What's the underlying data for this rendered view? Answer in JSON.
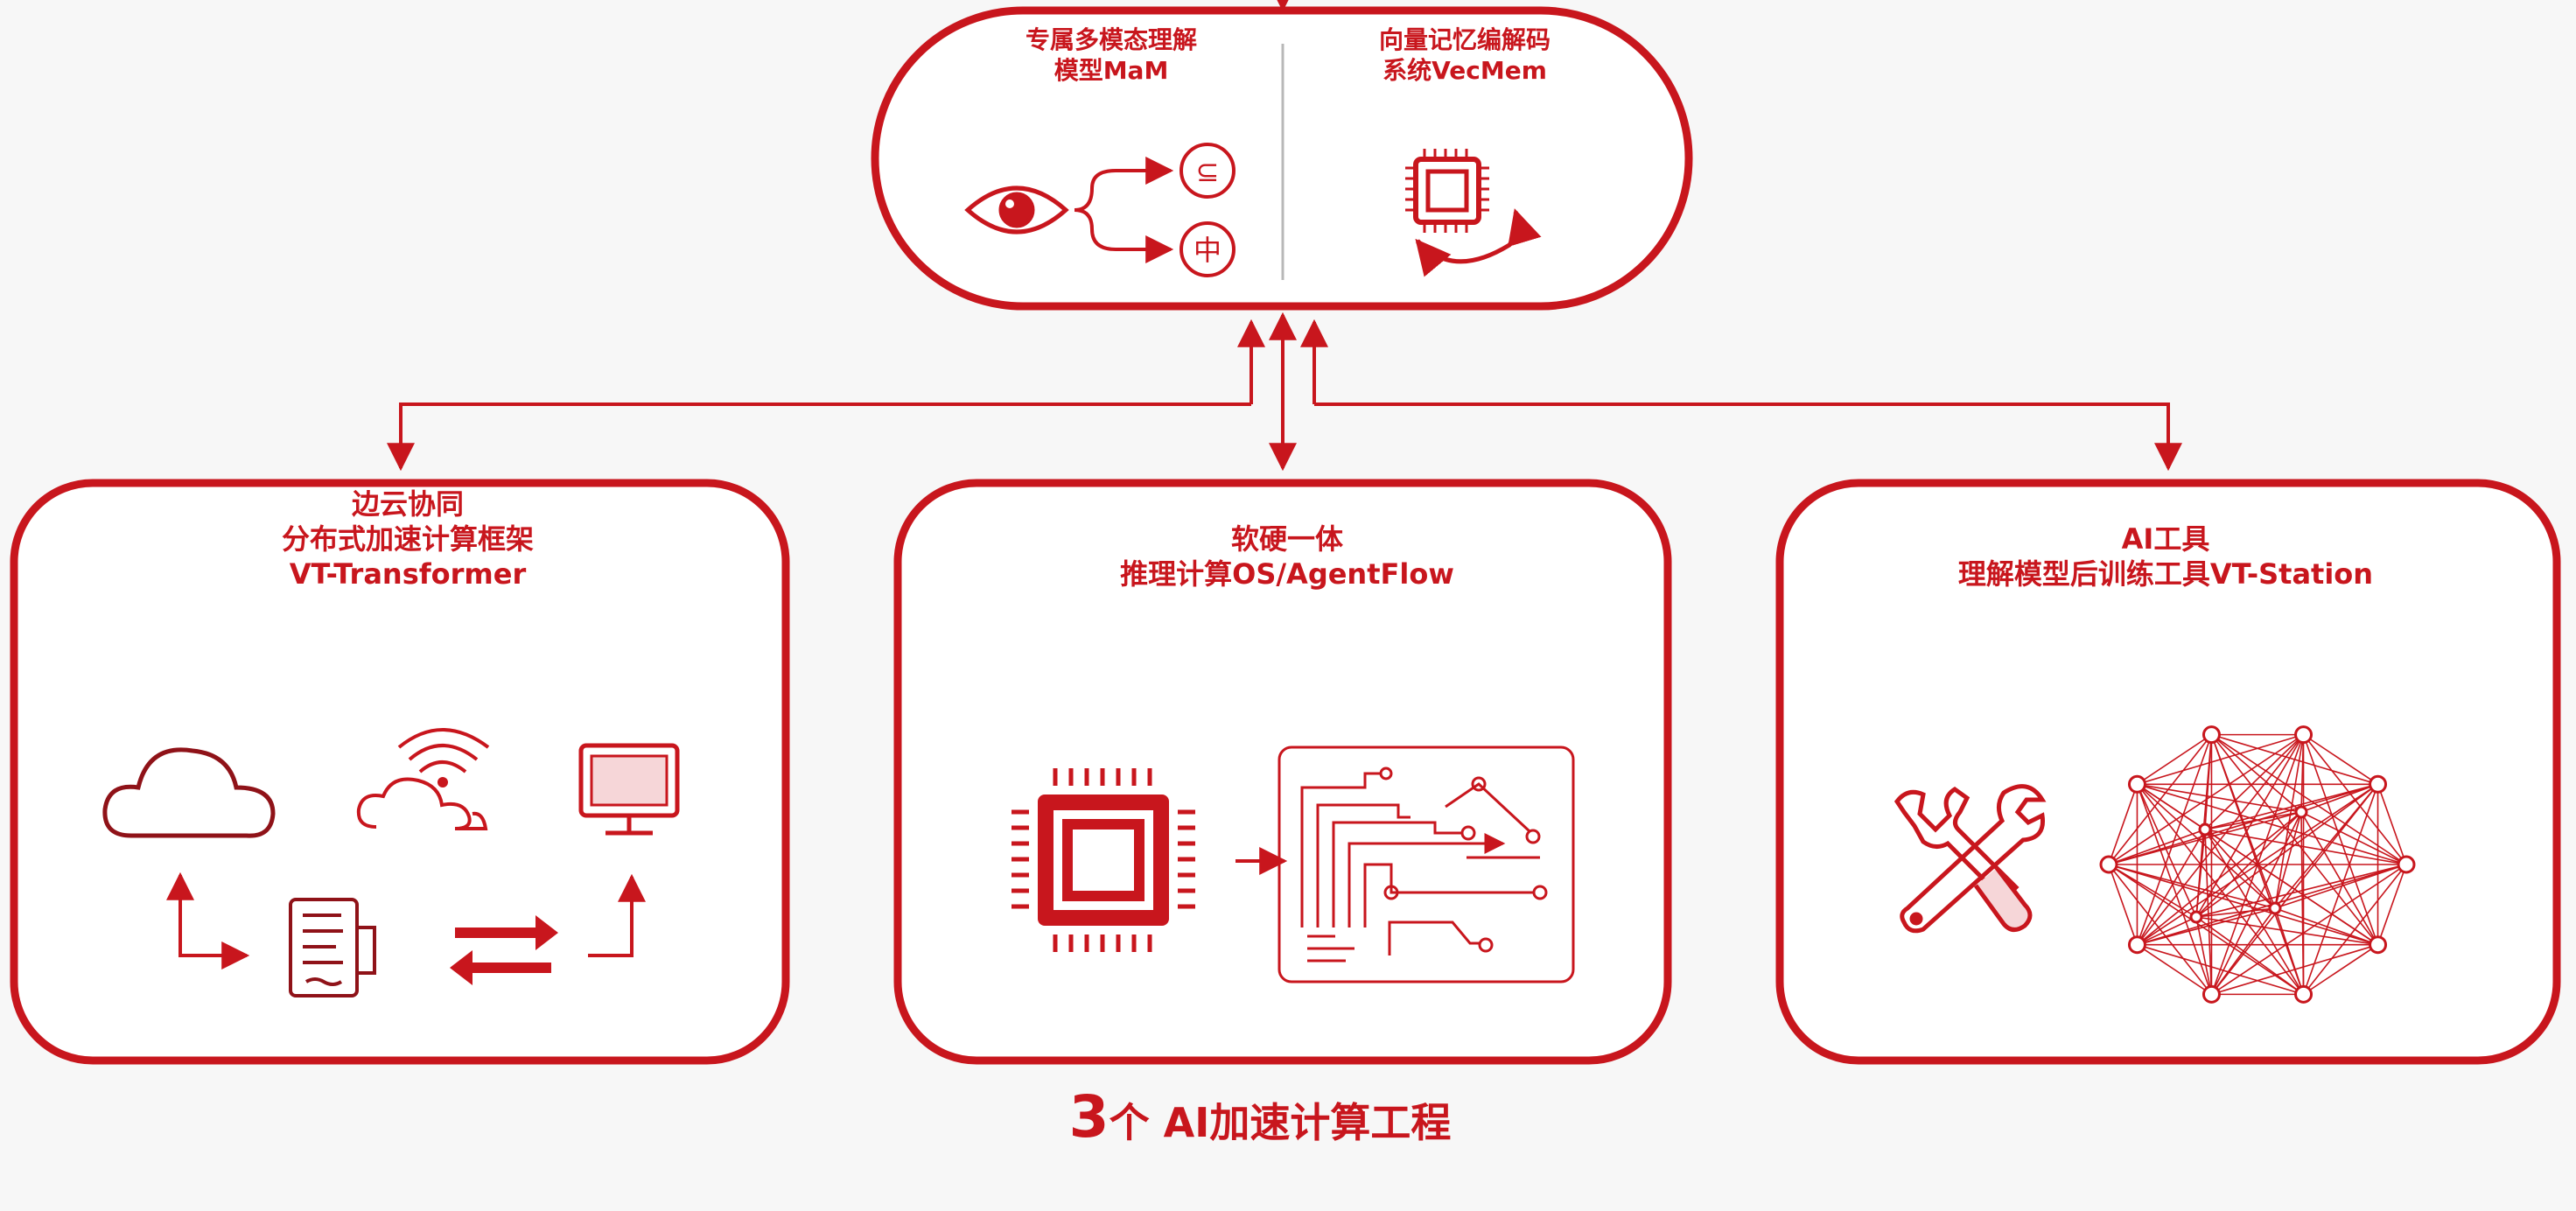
{
  "colors": {
    "accent": "#c8161d",
    "background": "#f7f7f7",
    "divider": "#b8b8b8"
  },
  "top_module": {
    "left": {
      "line1": "专属多模态理解",
      "line2": "模型MaM",
      "icons": [
        "eye-icon",
        "split-arrow-icon",
        "char-circle-icon",
        "char-circle-icon"
      ],
      "glyph_a": "⊆",
      "glyph_b": "中"
    },
    "right": {
      "line1": "向量记忆编解码",
      "line2": "系统VecMem",
      "icons": [
        "chip-icon",
        "cycle-arrow-icon"
      ]
    }
  },
  "boxes": [
    {
      "line1": "边云协同",
      "line2": "分布式加速计算框架",
      "line3": "VT-Transformer",
      "icons": [
        "cloud-icon",
        "wifi-cloud-icon",
        "monitor-icon",
        "document-icon",
        "exchange-arrows-icon"
      ]
    },
    {
      "line1": "软硬一体",
      "line2": "推理计算OS/AgentFlow",
      "icons": [
        "processor-icon",
        "circuit-board-icon"
      ]
    },
    {
      "line1": "AI工具",
      "line2": "理解模型后训练工具VT-Station",
      "icons": [
        "tools-icon",
        "network-graph-icon"
      ]
    }
  ],
  "footer": {
    "number": "3",
    "text": "个 AI加速计算工程"
  }
}
